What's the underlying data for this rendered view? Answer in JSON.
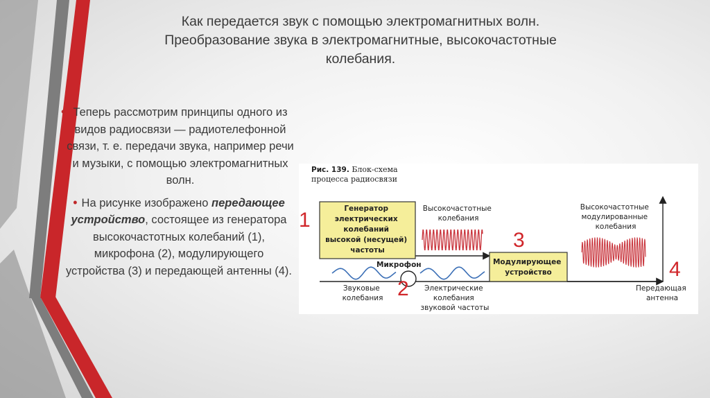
{
  "title": {
    "line1": "Как передается звук с помощью электромагнитных волн.",
    "line2": "Преобразование звука в электромагнитные, высокочастотные",
    "line3": "колебания."
  },
  "bullet1": {
    "text": "Теперь рассмотрим принципы одного из видов радиосвязи — радиотелефонной связи, т. е. передачи звука, например речи и музыки, с помощью электромагнитных волн."
  },
  "bullet2": {
    "prefix": "На рисунке изображено ",
    "emphasis": "передающее устройство",
    "suffix": ", состоящее из генератора  высокочастотных колебаний (1), микрофона (2), модулирующего устройства (3) и передающей антенны (4)."
  },
  "figure": {
    "caption_num": "Рис. 139.",
    "caption_line1": " Блок-схема",
    "caption_line2": "процесса радиосвязи",
    "generator_lines": [
      "Генератор",
      "электрических",
      "колебаний",
      "высокой (несущей)",
      "частоты"
    ],
    "hf_label_lines": [
      "Высокочастотные",
      "колебания"
    ],
    "mic_label": "Микрофон",
    "sound_label_lines": [
      "Звуковые",
      "колебания"
    ],
    "elec_label_lines": [
      "Электрические",
      "колебания",
      "звуковой частоты"
    ],
    "modulator_lines": [
      "Модулирующее",
      "устройство"
    ],
    "mod_label_lines": [
      "Высокочастотные",
      "модулированные",
      "колебания"
    ],
    "antenna_label_lines": [
      "Передающая",
      "антенна"
    ]
  },
  "markers": {
    "m1": "1",
    "m2": "2",
    "m3": "3",
    "m4": "4"
  },
  "colors": {
    "accent_red": "#c0282a",
    "box_yellow": "#f5ee9a",
    "wave_blue": "#3b6fb6",
    "wave_red": "#c8323a"
  }
}
